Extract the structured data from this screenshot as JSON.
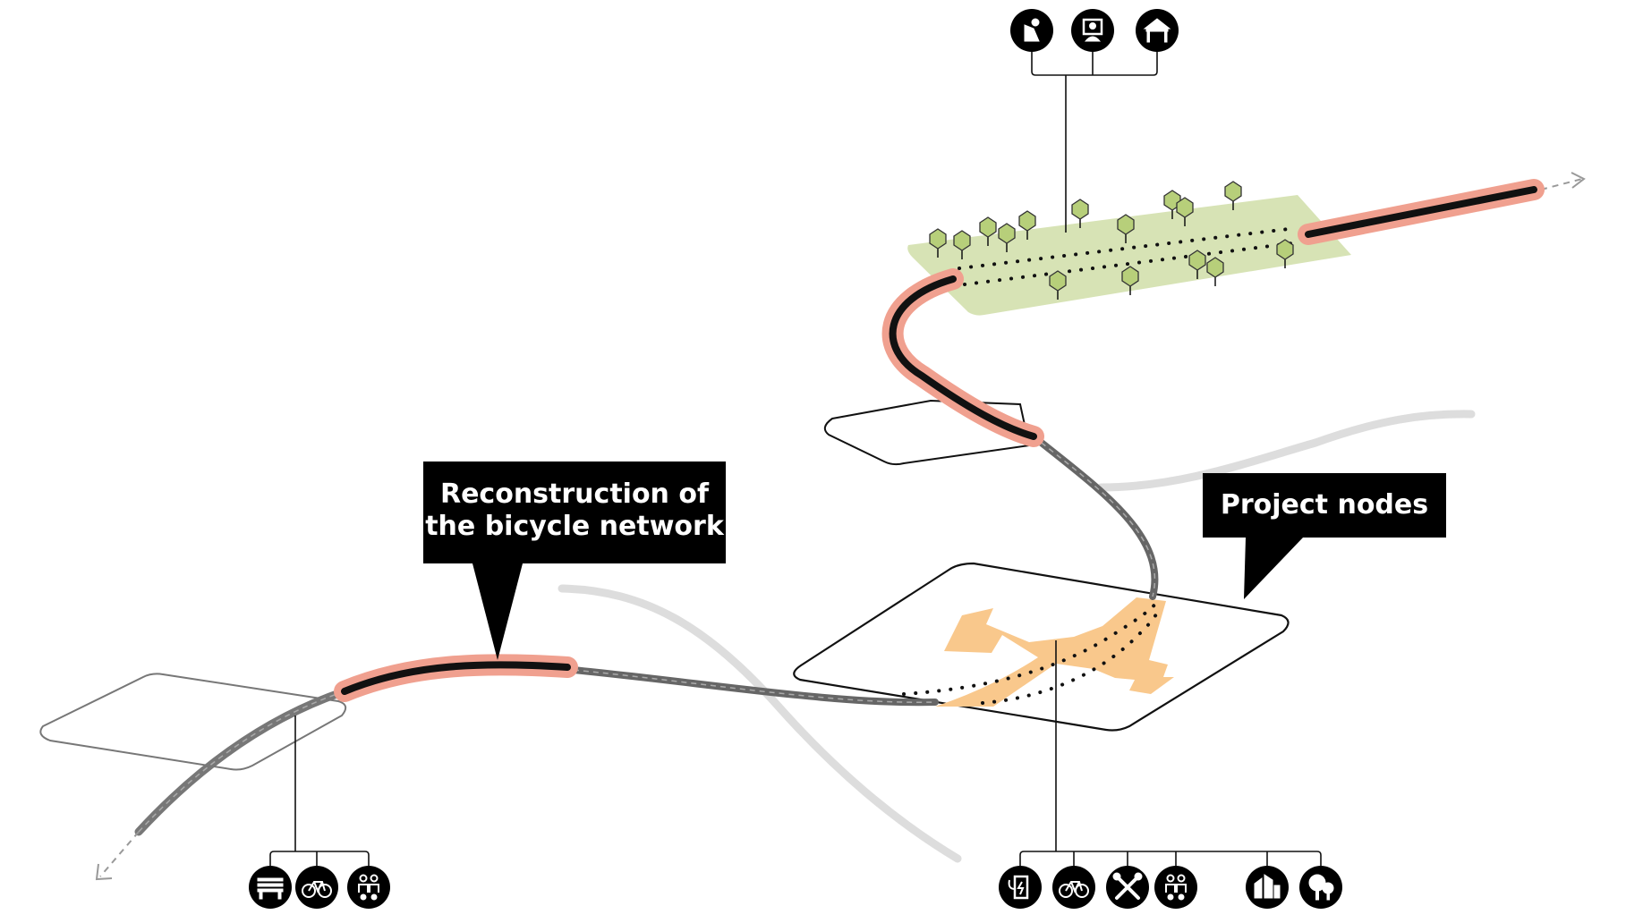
{
  "callouts": {
    "bicycle_network": {
      "line1": "Reconstruction of",
      "line2": "the bicycle network"
    },
    "project_nodes": {
      "label": "Project nodes"
    }
  },
  "icon_groups": {
    "top": [
      "person-leaning-icon",
      "kiosk-icon",
      "pavilion-icon"
    ],
    "bottom_left": [
      "bench-icon",
      "bicycle-icon",
      "people-icon"
    ],
    "bottom_right": [
      "charging-station-icon",
      "bicycle-icon",
      "repair-tools-icon",
      "people-icon",
      "buildings-icon",
      "trees-icon"
    ]
  },
  "colors": {
    "route_highlight": "#f0a08f",
    "route_line": "#111111",
    "existing_path": "#777777",
    "background_road": "#dddddd",
    "park_area": "#d7e3b5",
    "node_arrows": "#f9c88c",
    "tree": "#b7cf7a"
  }
}
